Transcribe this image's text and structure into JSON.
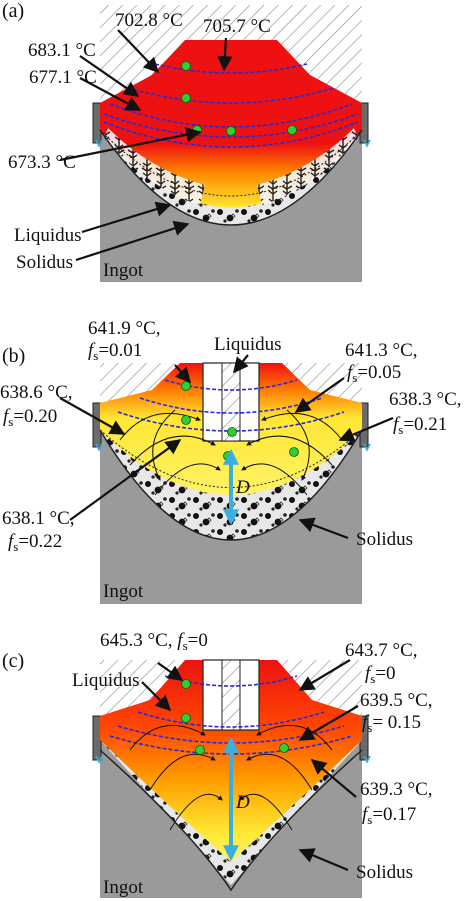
{
  "panels": [
    {
      "label": "(a)",
      "annotations": [
        "702.8 °C",
        "705.7 °C",
        "683.1 °C",
        "677.1 °C",
        "673.3 °C"
      ],
      "zones": [
        "Liquidus",
        "Solidus"
      ],
      "ingot": "Ingot"
    },
    {
      "label": "(b)",
      "annotations": [
        {
          "temp": "641.9 °C,",
          "fs": "=0.01"
        },
        {
          "temp": "641.3 °C,",
          "fs": "=0.05"
        },
        {
          "temp": "638.6 °C,",
          "fs": "=0.20"
        },
        {
          "temp": "638.3 °C,",
          "fs": "=0.21"
        },
        {
          "temp": "638.1 °C,",
          "fs": "=0.22"
        }
      ],
      "zones": [
        "Liquidus",
        "Solidus"
      ],
      "flow_label": "D",
      "ingot": "Ingot"
    },
    {
      "label": "(c)",
      "annotations": [
        {
          "temp": "645.3 °C, ",
          "fs": "=0"
        },
        {
          "temp": "643.7 °C,",
          "fs": "=0"
        },
        {
          "temp": "639.5 °C,",
          "fs": "= 0.15"
        },
        {
          "temp": "639.3 °C,",
          "fs": "=0.17"
        }
      ],
      "zones": [
        "Liquidus",
        "Solidus"
      ],
      "flow_label": "D",
      "ingot": "Ingot"
    }
  ],
  "fs_symbol": "f",
  "fs_sub": "s",
  "colors": {
    "melt_hot": "#ee1111",
    "melt_mid": "#ff8c00",
    "melt_cool": "#ffee33",
    "ingot": "#9a9a9a",
    "isotherm": "#2a2ad0",
    "flow_arrow": "#3aaee0",
    "probe_point": "#33cc33"
  }
}
